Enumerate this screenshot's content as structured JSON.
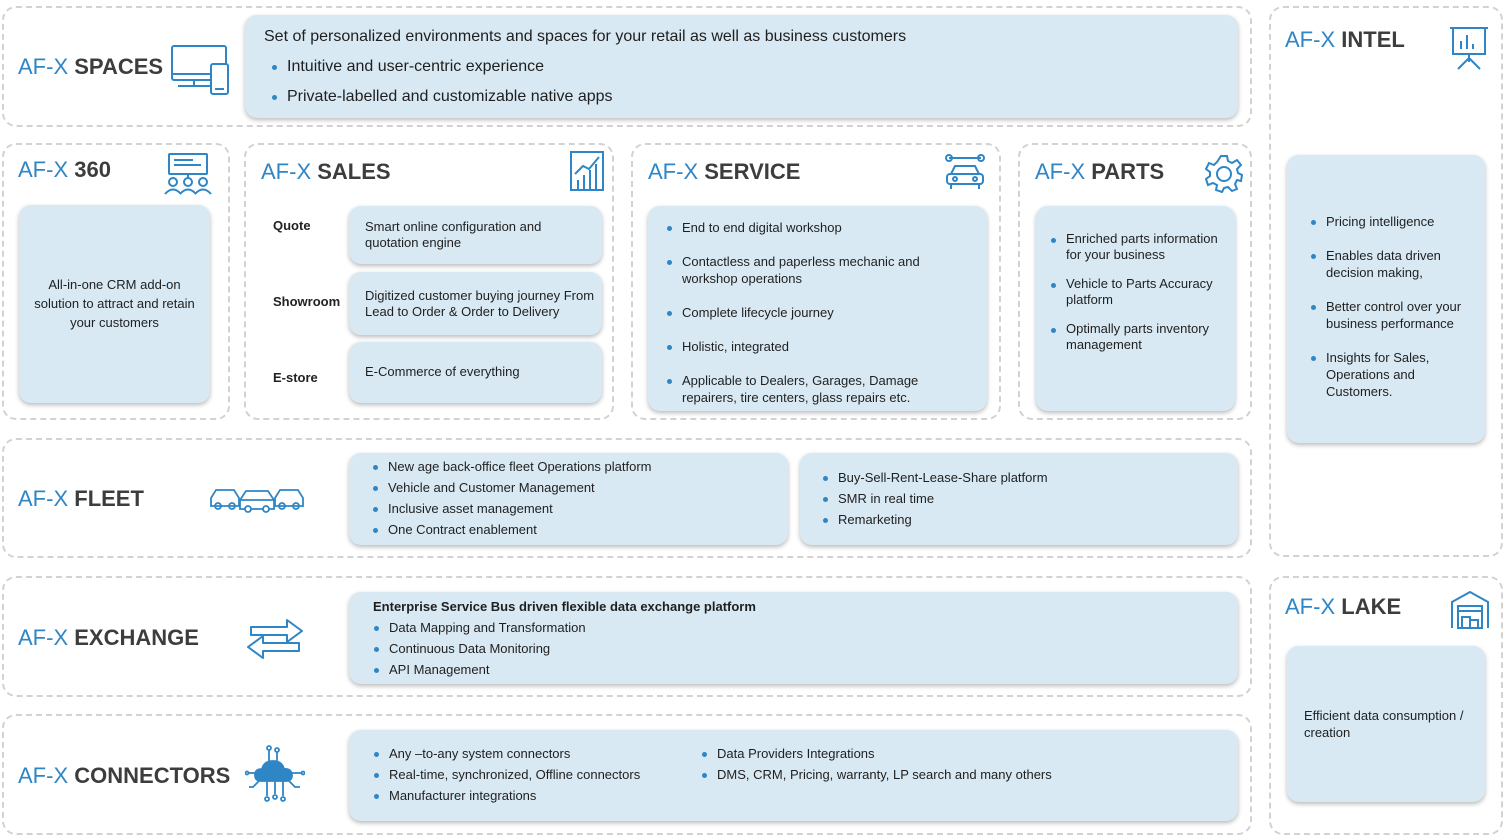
{
  "brand": {
    "prefix": "AF-X",
    "accent": "#2f86c6",
    "card_bg": "#d8e9f3"
  },
  "spaces": {
    "name": "SPACES",
    "icon": "devices-icon",
    "heading": "Set of personalized environments and spaces for your retail as well as business customers",
    "items": [
      "Intuitive  and user-centric experience",
      "Private-labelled and customizable native apps"
    ]
  },
  "crm360": {
    "name": "360",
    "icon": "team-presentation-icon",
    "text": "All-in-one CRM add-on solution to attract and retain your customers"
  },
  "sales": {
    "name": "SALES",
    "icon": "bar-chart-icon",
    "rows": [
      {
        "label": "Quote",
        "text": "Smart online configuration and quotation engine"
      },
      {
        "label": "Showroom",
        "text": "Digitized customer buying journey From Lead to Order & Order to Delivery"
      },
      {
        "label": "E-store",
        "text": "E-Commerce of everything"
      }
    ]
  },
  "service": {
    "name": "SERVICE",
    "icon": "car-wrench-icon",
    "items": [
      "End to end digital workshop",
      "Contactless and paperless mechanic and workshop operations",
      "Complete lifecycle journey",
      "Holistic, integrated",
      "Applicable to Dealers, Garages, Damage repairers, tire centers, glass repairs etc."
    ]
  },
  "parts": {
    "name": "PARTS",
    "icon": "gear-icon",
    "items": [
      "Enriched parts information for your business",
      "Vehicle to Parts Accuracy platform",
      "Optimally parts inventory management"
    ]
  },
  "intel": {
    "name": "INTEL",
    "icon": "presentation-board-icon",
    "items": [
      "Pricing intelligence",
      "Enables data driven decision making,",
      "Better control over your business performance",
      "Insights for Sales, Operations and Customers."
    ]
  },
  "fleet": {
    "name": "FLEET",
    "icon": "cars-icon",
    "left_items": [
      "New age back-office fleet Operations platform",
      "Vehicle and Customer Management",
      "Inclusive asset management",
      "One Contract enablement"
    ],
    "right_items": [
      "Buy-Sell-Rent-Lease-Share platform",
      "SMR in real time",
      "Remarketing"
    ]
  },
  "exchange": {
    "name": "EXCHANGE",
    "icon": "exchange-arrows-icon",
    "heading": "Enterprise Service Bus driven flexible data exchange platform",
    "items": [
      "Data Mapping and Transformation",
      "Continuous Data Monitoring",
      "API Management"
    ]
  },
  "lake": {
    "name": "LAKE",
    "icon": "warehouse-icon",
    "text": "Efficient data consumption / creation"
  },
  "connectors": {
    "name": "CONNECTORS",
    "icon": "cloud-circuit-icon",
    "left_items": [
      "Any –to-any system connectors",
      "Real-time, synchronized, Offline connectors",
      "Manufacturer integrations"
    ],
    "right_items": [
      "Data Providers Integrations",
      "DMS, CRM, Pricing, warranty, LP search and many others"
    ]
  }
}
